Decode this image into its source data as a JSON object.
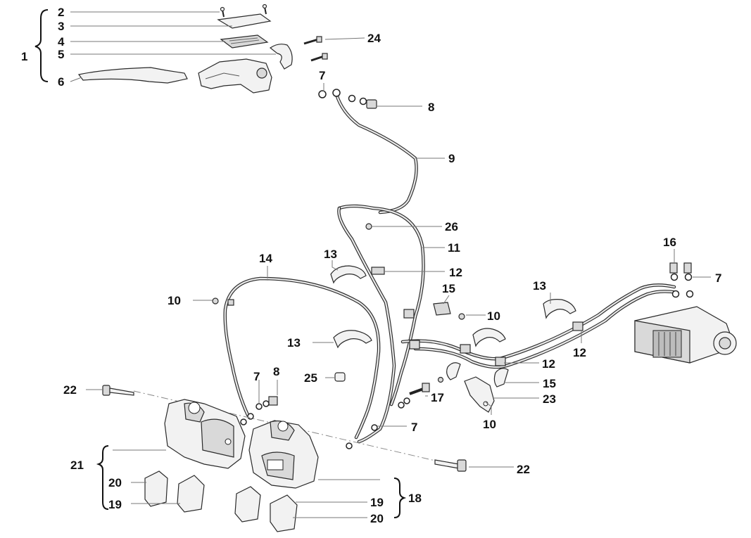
{
  "labels": {
    "l1": "1",
    "l2": "2",
    "l3": "3",
    "l4": "4",
    "l5": "5",
    "l6": "6",
    "l7a": "7",
    "l8a": "8",
    "l24": "24",
    "l9": "9",
    "l26": "26",
    "l11": "11",
    "l14": "14",
    "l13a": "13",
    "l12a": "12",
    "l15a": "15",
    "l10a": "10",
    "l10b": "10",
    "l13b": "13",
    "l16": "16",
    "l7b": "7",
    "l13c": "13",
    "l12b": "12",
    "l12c": "12",
    "l7c": "7",
    "l8b": "8",
    "l25": "25",
    "l15b": "15",
    "l17": "17",
    "l23": "23",
    "l10c": "10",
    "l22a": "22",
    "l7d": "7",
    "l21": "21",
    "l22b": "22",
    "l20a": "20",
    "l19a": "19",
    "l18": "18",
    "l19b": "19",
    "l20b": "20"
  }
}
